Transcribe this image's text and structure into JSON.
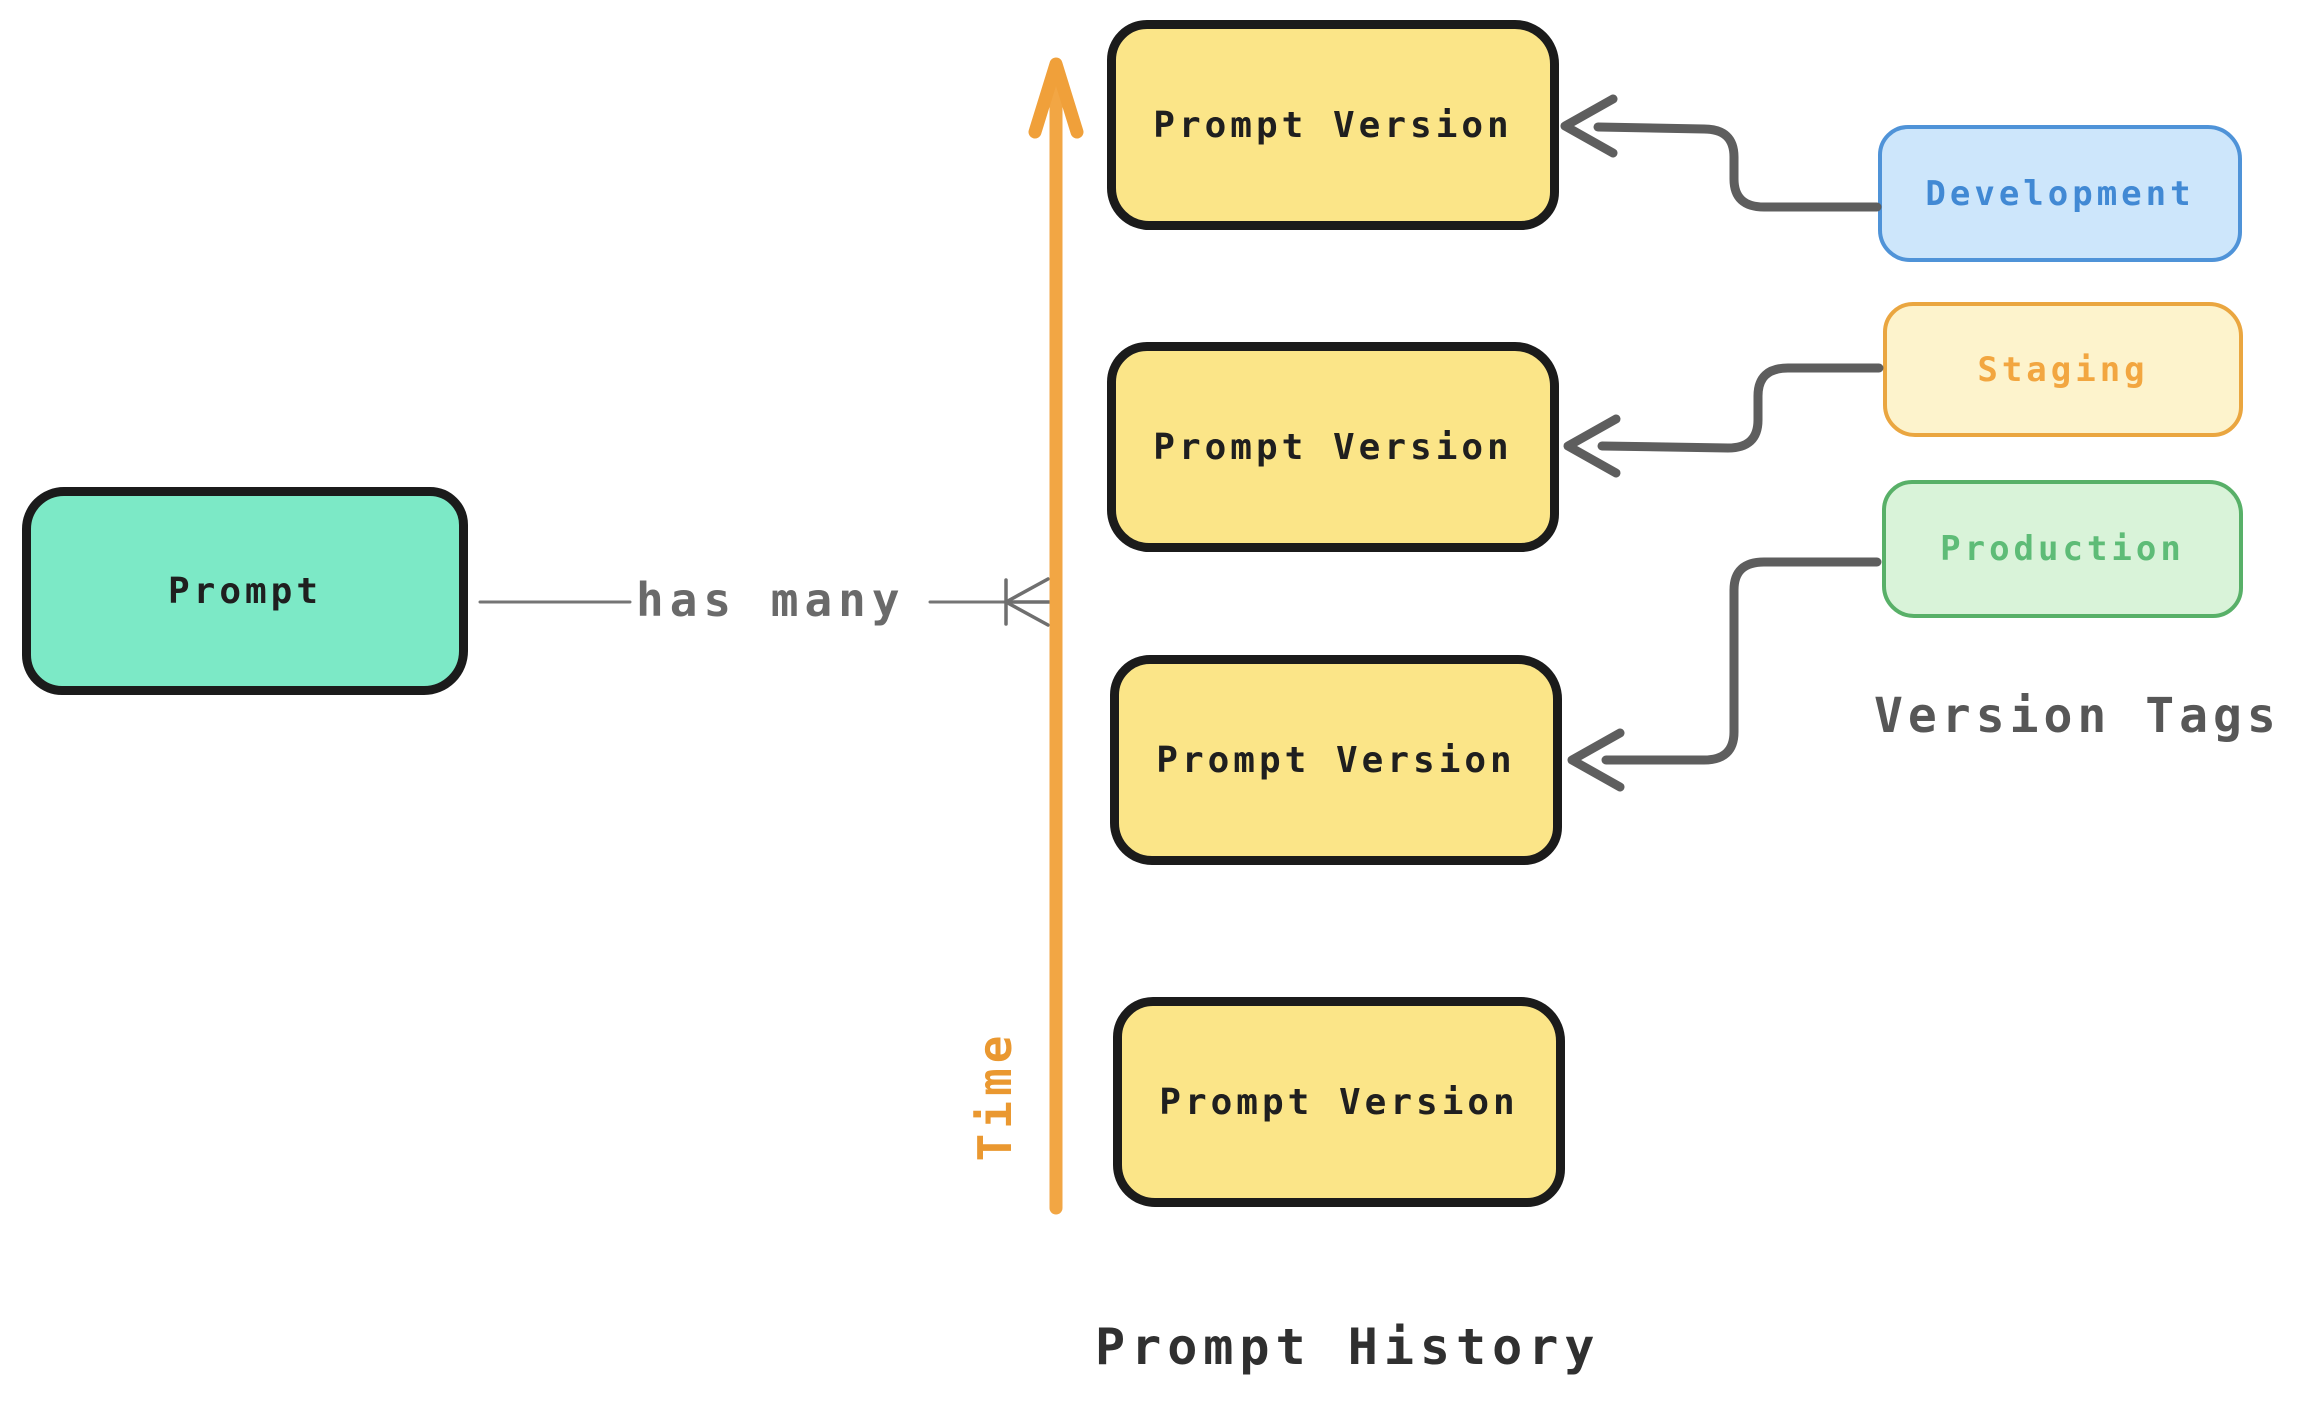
{
  "diagram": {
    "entities": {
      "prompt": {
        "label": "Prompt",
        "fill": "#7ce9c6",
        "border": "#1b1b1b"
      },
      "versions": [
        {
          "label": "Prompt Version"
        },
        {
          "label": "Prompt Version"
        },
        {
          "label": "Prompt Version"
        },
        {
          "label": "Prompt Version"
        }
      ],
      "version_fill": "#fbe588",
      "version_border": "#1b1b1b"
    },
    "relationship": {
      "label": "has many",
      "notation": "crow-foot-many",
      "line_color": "#757575",
      "text_color": "#6a6a6a"
    },
    "timeline": {
      "label": "Time",
      "direction": "up",
      "arrow_color": "#f2a644",
      "text_color": "#ea9830"
    },
    "tags": [
      {
        "label": "Development",
        "fill": "#cde6fb",
        "border": "#4f93d8",
        "text_color": "#4189d4",
        "points_to": "version-1"
      },
      {
        "label": "Staging",
        "fill": "#fdf3cc",
        "border": "#eaa640",
        "text_color": "#f2a640",
        "points_to": "version-2"
      },
      {
        "label": "Production",
        "fill": "#d9f3d9",
        "border": "#58b068",
        "text_color": "#5ebc77",
        "points_to": "version-3"
      }
    ],
    "tag_arrow_color": "#5e5e5e",
    "captions": {
      "version_tags": "Version Tags",
      "prompt_history": "Prompt History"
    }
  }
}
